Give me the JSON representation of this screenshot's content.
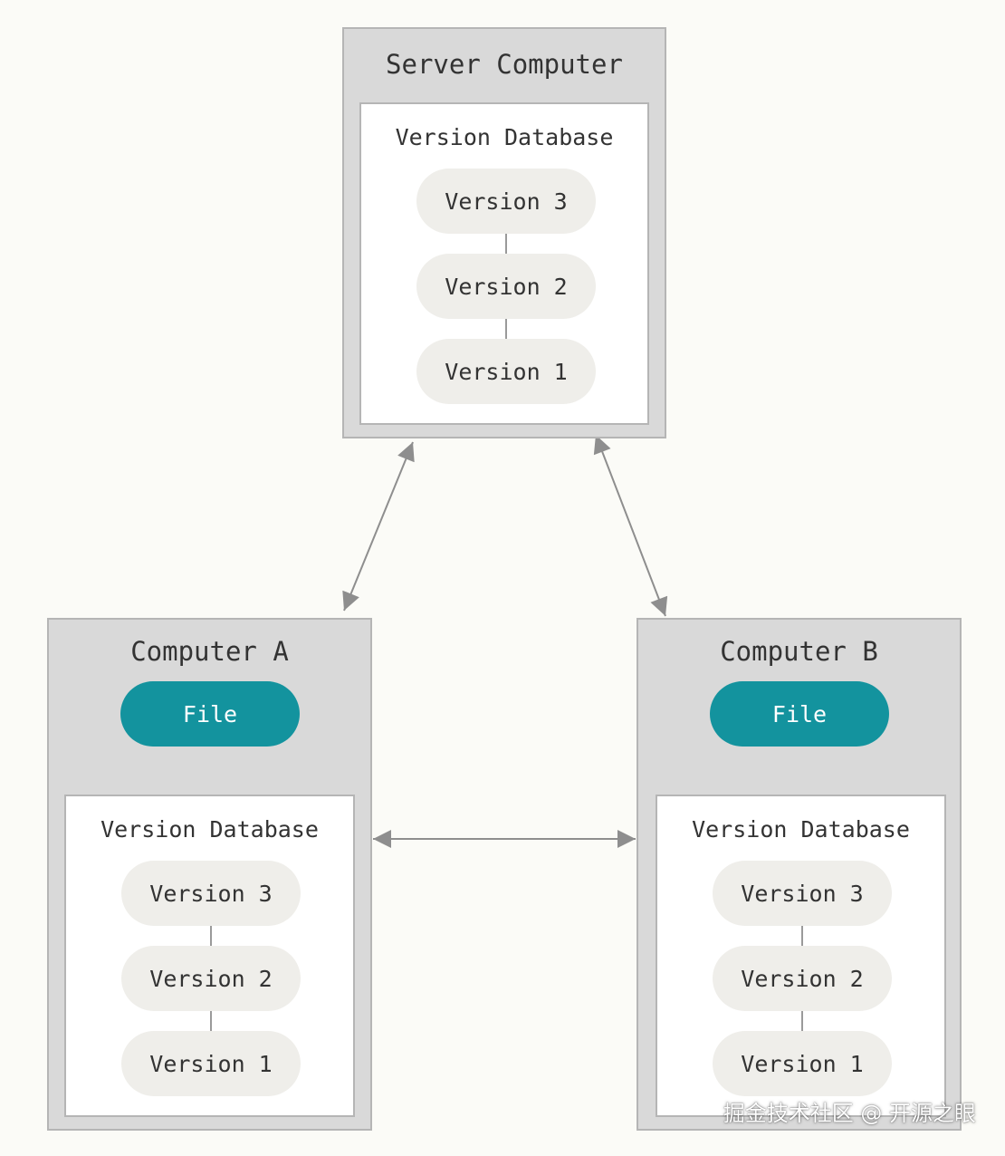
{
  "server": {
    "title": "Server Computer",
    "database": {
      "title": "Version Database",
      "versions": [
        "Version 3",
        "Version 2",
        "Version 1"
      ]
    }
  },
  "computer_a": {
    "title": "Computer A",
    "file_label": "File",
    "database": {
      "title": "Version Database",
      "versions": [
        "Version 3",
        "Version 2",
        "Version 1"
      ]
    }
  },
  "computer_b": {
    "title": "Computer B",
    "file_label": "File",
    "database": {
      "title": "Version Database",
      "versions": [
        "Version 3",
        "Version 2",
        "Version 1"
      ]
    }
  },
  "watermark": "掘金技术社区 @ 开源之眼",
  "colors": {
    "background": "#fbfbf7",
    "machine_fill": "#d9d9d9",
    "border": "#b5b5b5",
    "version_pill": "#efeeea",
    "file_pill": "#13939e",
    "arrow": "#8e8e8e"
  }
}
